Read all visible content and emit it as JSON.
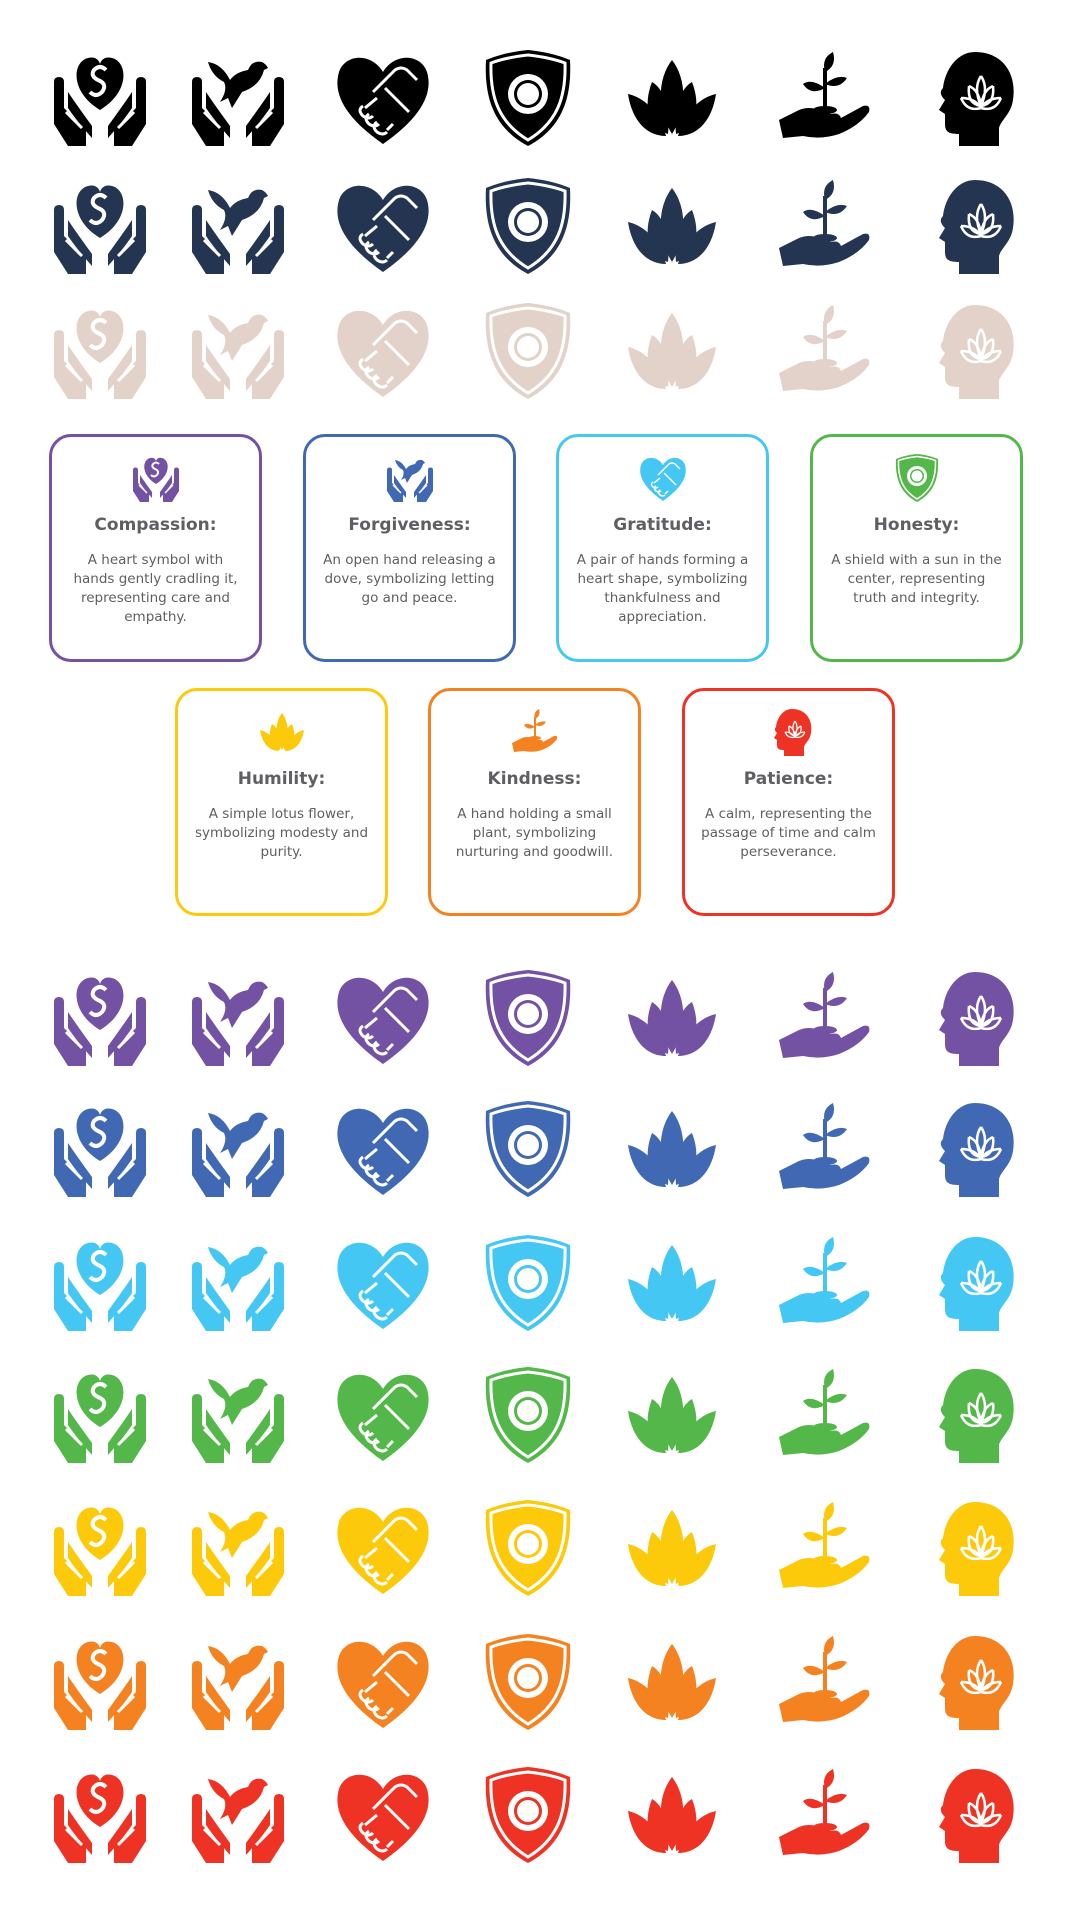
{
  "icon_set": [
    "heart-in-hands",
    "dove-in-hands",
    "handshake-heart",
    "shield-sun",
    "lotus",
    "hand-plant",
    "head-lotus"
  ],
  "top_row_colors": [
    "#000000",
    "#243551",
    "#e3d2c9"
  ],
  "bottom_row_colors": [
    "#7351a3",
    "#4169b3",
    "#45c7f4",
    "#53b849",
    "#fdc90b",
    "#f58220",
    "#ee3224"
  ],
  "cards": [
    {
      "title": "Compassion:",
      "description": "A heart symbol with hands gently cradling it, representing care and empathy.",
      "color": "#7351a3",
      "icon": "heart-in-hands"
    },
    {
      "title": "Forgiveness:",
      "description": "An open hand releasing a dove, symbolizing letting go and peace.",
      "color": "#4169b3",
      "icon": "dove-in-hands"
    },
    {
      "title": "Gratitude:",
      "description": "A pair of hands forming a heart shape, symbolizing thankfulness and appreciation.",
      "color": "#45c7f4",
      "icon": "handshake-heart"
    },
    {
      "title": "Honesty:",
      "description": "A shield with a sun in the center, representing truth and integrity.",
      "color": "#53b849",
      "icon": "shield-sun"
    },
    {
      "title": "Humility:",
      "description": "A simple lotus flower, symbolizing modesty and purity.",
      "color": "#fdc90b",
      "icon": "lotus"
    },
    {
      "title": "Kindness:",
      "description": "A hand holding a small plant, symbolizing nurturing and goodwill.",
      "color": "#f58220",
      "icon": "hand-plant"
    },
    {
      "title": "Patience:",
      "description": "A calm, representing the passage of time and calm perseverance.",
      "color": "#ee3224",
      "icon": "head-lotus"
    }
  ]
}
